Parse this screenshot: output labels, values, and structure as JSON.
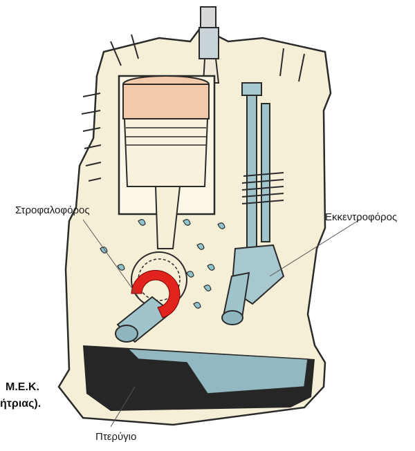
{
  "labels": {
    "crankshaft": "Στροφαλοφόρος",
    "camshaft": "Εκκεντροφόρος",
    "fin": "Πτερύγιο"
  },
  "caption": {
    "line1": "Μ.Ε.Κ.",
    "line2": "ήτριας)."
  },
  "colors": {
    "engine_body": "#f5efd7",
    "outline": "#2a2a2a",
    "piston_top": "#f2c9a9",
    "oil": "#262626",
    "oil_surface": "#9ec9d2",
    "rotation_arrow": "#e0231c",
    "shaft": "#9fc4cc",
    "droplet": "#8fc3cf"
  }
}
